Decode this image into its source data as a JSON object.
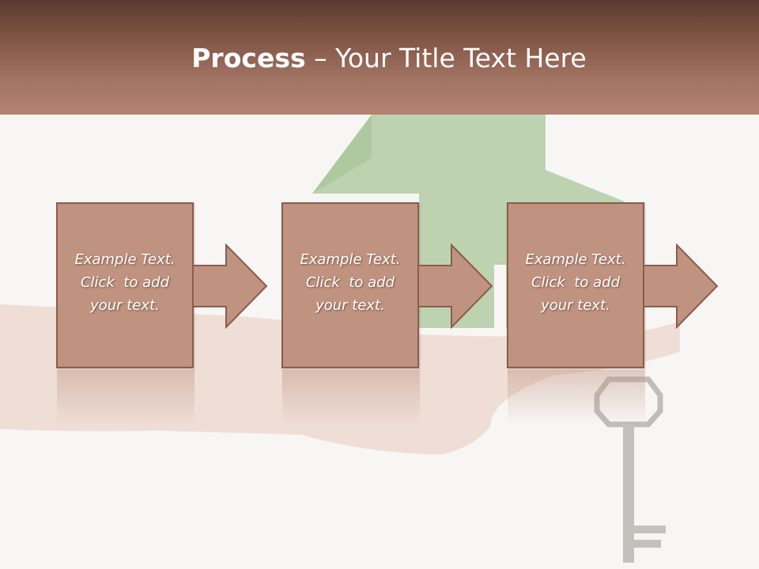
{
  "slide": {
    "title_bold": "Process",
    "title_rest": " – Your Title Text Here"
  },
  "steps": [
    {
      "lines": [
        "Example Text.",
        "Click  to add",
        "your text."
      ]
    },
    {
      "lines": [
        "Example Text.",
        "Click  to add",
        "your text."
      ]
    },
    {
      "lines": [
        "Example Text.",
        "Click  to add",
        "your text."
      ]
    }
  ],
  "colors": {
    "header_dark": "#5a3a2e",
    "header_light": "#b48471",
    "box_fill": "#c09381",
    "box_border": "#8a5c4c",
    "background": "#f8f6f4"
  }
}
